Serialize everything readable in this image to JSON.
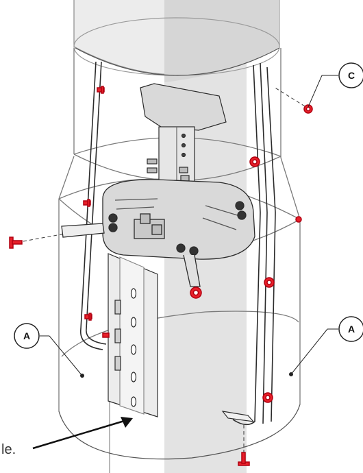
{
  "diagram": {
    "callouts": [
      {
        "id": "callout-c",
        "label": "C"
      },
      {
        "id": "callout-a-left",
        "label": "A"
      },
      {
        "id": "callout-a-right",
        "label": "A"
      }
    ],
    "cropped_text": "le."
  },
  "colors": {
    "accent": "#e8202a",
    "outline": "#2b2b2b",
    "pole_shade": "#e3e3e3",
    "mount_plate": "#d9d9d9"
  }
}
